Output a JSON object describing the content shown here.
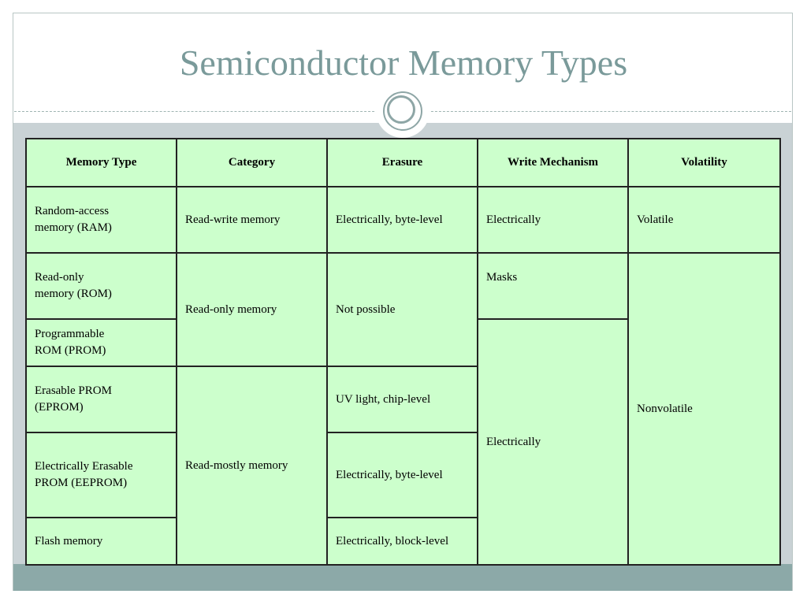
{
  "title": "Semiconductor Memory Types",
  "table": {
    "headers": [
      "Memory Type",
      "Category",
      "Erasure",
      "Write Mechanism",
      "Volatility"
    ],
    "rows": [
      {
        "memory_type": "Random-access\nmemory (RAM)",
        "category": "Read-write memory",
        "erasure": "Electrically, byte-level",
        "write_mechanism": "Electrically",
        "volatility": "Volatile"
      },
      {
        "memory_type": "Read-only\nmemory (ROM)",
        "category": "Read-only memory",
        "erasure": "Not possible",
        "write_mechanism": "Masks",
        "volatility": "Nonvolatile"
      },
      {
        "memory_type": "Programmable\nROM (PROM)",
        "write_mechanism": "Electrically"
      },
      {
        "memory_type": "Erasable PROM\n(EPROM)",
        "category": "Read-mostly memory",
        "erasure": "UV light, chip-level"
      },
      {
        "memory_type": "Electrically Erasable\nPROM (EEPROM)",
        "erasure": "Electrically, byte-level"
      },
      {
        "memory_type": "Flash memory",
        "erasure": "Electrically, block-level"
      }
    ]
  },
  "colors": {
    "title": "#7a9a9a",
    "table_fill": "#ccffcc",
    "band": "#c9d2d5",
    "footer_band": "#8ca9a8"
  }
}
